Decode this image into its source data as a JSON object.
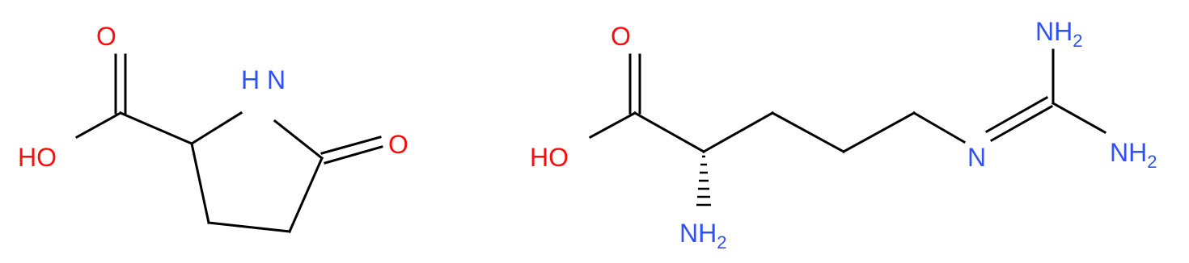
{
  "colors": {
    "bond": "#000000",
    "oxygen": "#ff0d0d",
    "nitrogen": "#3050f8"
  },
  "molecule_1": {
    "carbonyl_oxygen_top": "O",
    "hydroxyl": "HO",
    "ring_nitrogen": "H N",
    "ring_carbonyl_oxygen": "O"
  },
  "molecule_2": {
    "carbonyl_oxygen_top": "O",
    "hydroxyl": "HO",
    "alpha_amine": "NH",
    "alpha_amine_subscript": "2",
    "imine_nitrogen": "N",
    "guanidine_top_amine": "NH",
    "guanidine_top_amine_subscript": "2",
    "guanidine_right_amine": "NH",
    "guanidine_right_amine_subscript": "2"
  }
}
